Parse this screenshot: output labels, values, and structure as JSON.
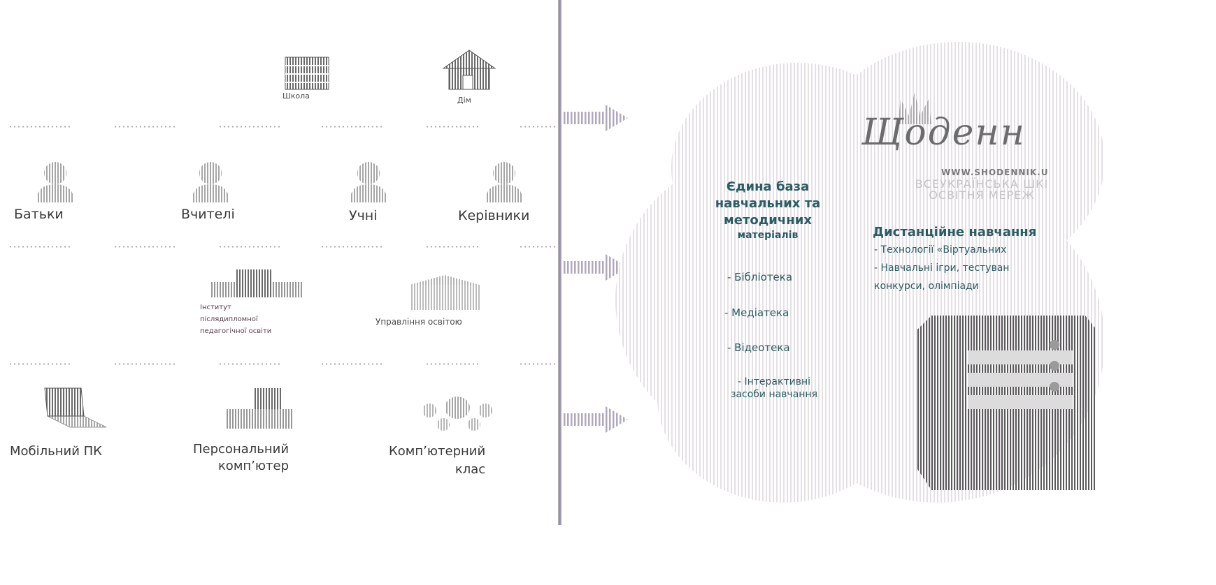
{
  "places": {
    "school": "Школа",
    "home": "Дім"
  },
  "roles": {
    "parents": "Батьки",
    "teachers": "Вчителі",
    "students": "Учні",
    "managers": "Керівники"
  },
  "institutions": {
    "institute_line1": "Інститут",
    "institute_line2": "післядипломної",
    "institute_line3": "педагогічної освіти",
    "education_dept": "Управління освітою"
  },
  "devices": {
    "mobile": "Мобільний ПК",
    "pc_line1": "Персональний",
    "pc_line2": "комп’ютер",
    "class_line1": "Комп’ютерний",
    "class_line2": "клас"
  },
  "database": {
    "title_line1": "Єдина база",
    "title_line2": "навчальних та",
    "title_line3": "методичних",
    "title_line4": "матеріалів",
    "item1": "- Бібліотека",
    "item2": "- Медіатека",
    "item3": "- Відеотека",
    "item4_line1": "- Інтерактивні",
    "item4_line2": "засоби навчання"
  },
  "brand": {
    "logo": "Щоденн",
    "url": "WWW.SHODENNIK.U",
    "tagline1": "ВСЕУКРАЇНСЬКА ШКІ",
    "tagline2": "ОСВІТНЯ МЕРЕЖ"
  },
  "distance": {
    "title": "Дистанційне навчання",
    "line1": "- Технології «Віртуальних",
    "line2": "- Навчальні ігри, тестуван",
    "line3": "конкурси, олімпіади"
  },
  "colors": {
    "accent_teal": "#2e5b63",
    "divider": "#8c849c",
    "arrow": "#b2a8bc"
  }
}
